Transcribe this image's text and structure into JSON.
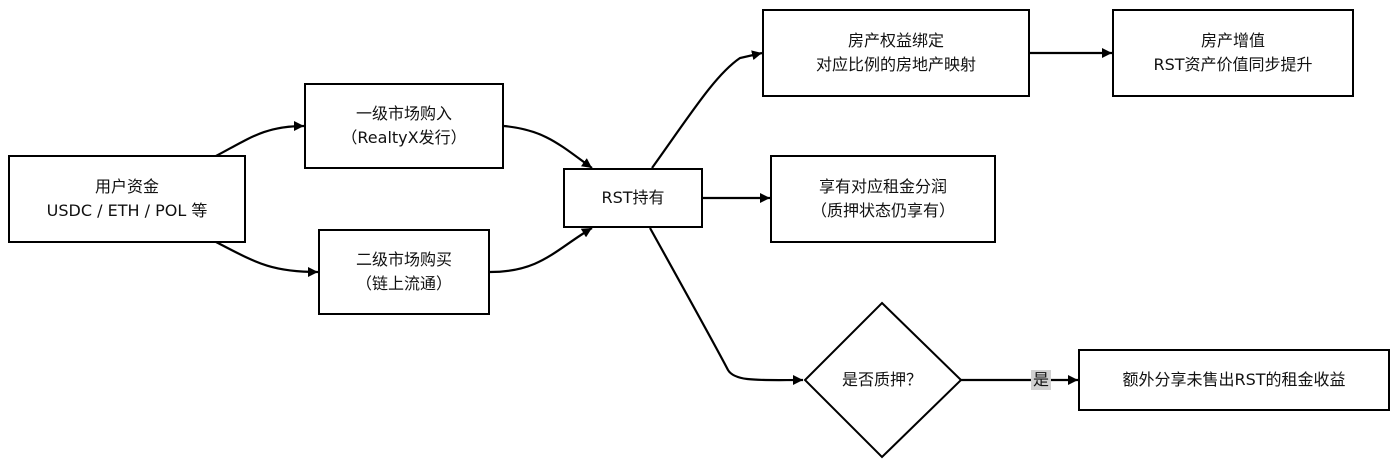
{
  "nodes": {
    "user_funds": {
      "line1": "用户资金",
      "line2": "USDC / ETH / POL 等"
    },
    "primary_market": {
      "line1": "一级市场购入",
      "line2": "（RealtyX发行）"
    },
    "secondary_market": {
      "line1": "二级市场购买",
      "line2": "（链上流通）"
    },
    "rst_holding": {
      "line1": "RST持有"
    },
    "property_binding": {
      "line1": "房产权益绑定",
      "line2": "对应比例的房地产映射"
    },
    "property_appreciation": {
      "line1": "房产增值",
      "line2": "RST资产价值同步提升"
    },
    "rent_share": {
      "line1": "享有对应租金分润",
      "line2": "（质押状态仍享有）"
    },
    "staked_decision": {
      "line1": "是否质押？"
    },
    "extra_rent": {
      "line1": "额外分享未售出RST的租金收益"
    }
  },
  "edges": {
    "yes_label": "是"
  }
}
